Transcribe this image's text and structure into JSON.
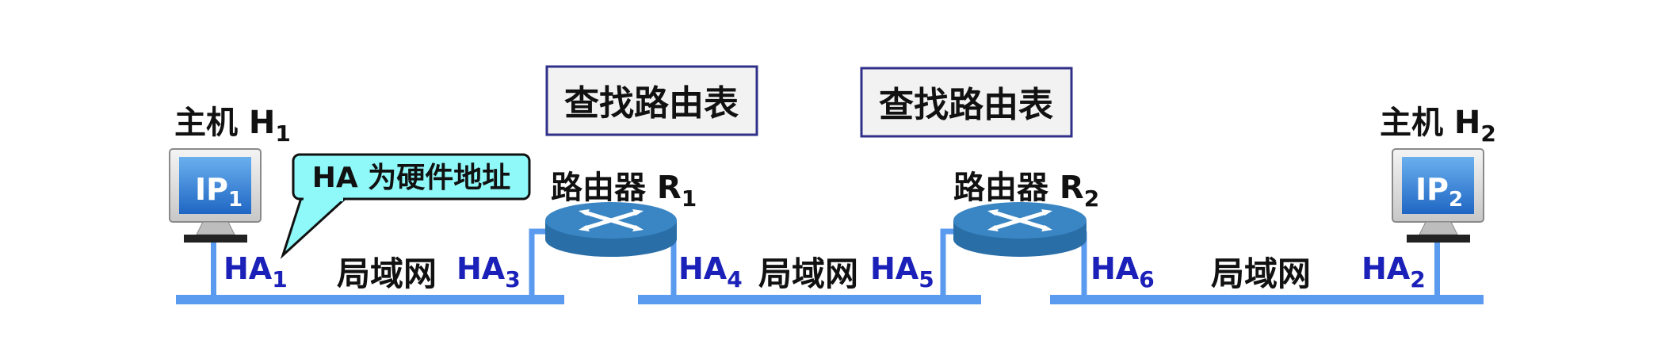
{
  "colors": {
    "wire": "#5b9bef",
    "ha_text": "#1a20b8",
    "label_text": "#111111",
    "box_border": "#30308a",
    "box_fill": "#f2f2f2",
    "callout_fill": "#8ff8f8",
    "router_top": "#3a86c4",
    "router_side": "#2a6ea8"
  },
  "hosts": {
    "h1": {
      "label": "主机 H",
      "sub": "1",
      "screen": "IP",
      "screen_sub": "1"
    },
    "h2": {
      "label": "主机 H",
      "sub": "2",
      "screen": "IP",
      "screen_sub": "2"
    }
  },
  "routers": {
    "r1": {
      "label": "路由器 R",
      "sub": "1"
    },
    "r2": {
      "label": "路由器 R",
      "sub": "2"
    }
  },
  "lookup_boxes": [
    "查找路由表",
    "查找路由表"
  ],
  "callout": {
    "text": "HA 为硬件地址"
  },
  "lans": [
    "局域网",
    "局域网",
    "局域网"
  ],
  "hardware_addresses": [
    {
      "base": "HA",
      "sub": "1"
    },
    {
      "base": "HA",
      "sub": "3"
    },
    {
      "base": "HA",
      "sub": "4"
    },
    {
      "base": "HA",
      "sub": "5"
    },
    {
      "base": "HA",
      "sub": "6"
    },
    {
      "base": "HA",
      "sub": "2"
    }
  ]
}
